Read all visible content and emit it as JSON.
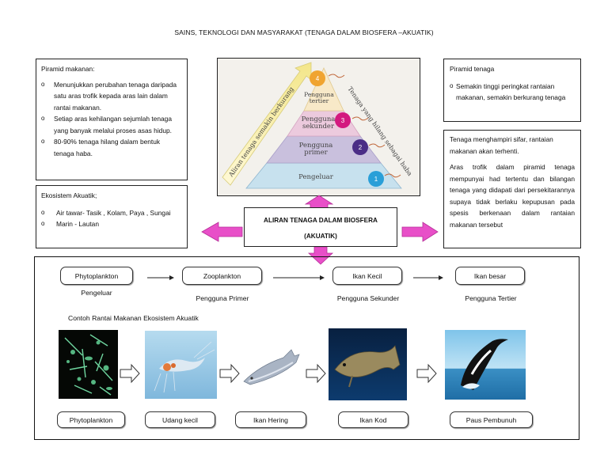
{
  "title": "SAINS, TEKNOLOGI DAN MASYARAKAT (TENAGA DALAM BIOSFERA –AKUATIK)",
  "food_pyramid_box": {
    "heading": "Piramid makanan:",
    "items": [
      "Menunjukkan perubahan tenaga daripada satu aras trofik kepada aras lain dalam rantai makanan.",
      "Setiap aras kehilangan sejumlah tenaga yang banyak melalui proses asas hidup.",
      "80-90% tenaga hilang dalam bentuk tenaga haba."
    ]
  },
  "ecosystem_box": {
    "heading": "Ekosistem Akuatik;",
    "items": [
      "Air tawar- Tasik , Kolam, Paya , Sungai",
      "Marin - Lautan"
    ]
  },
  "energy_pyramid_box": {
    "heading": "Piramid tenaga",
    "items": [
      "Semakin tinggi peringkat rantaian makanan, semakin berkurang tenaga"
    ]
  },
  "energy_note_box": {
    "para1": "Tenaga menghampiri sifar, rantaian makanan akan terhenti.",
    "para2": "Aras trofik dalam piramid tenaga mempunyai had tertentu dan bilangan tenaga yang didapati dari persekitarannya supaya tidak berlaku kepupusan pada spesis berkenaan dalam rantaian makanan tersebut"
  },
  "center_box": {
    "line1": "ALIRAN TENAGA DALAM BIOSFERA",
    "line2": "(AKUATIK)"
  },
  "pyramid": {
    "levels": [
      {
        "label1": "Pengeluar",
        "label2": "",
        "num": "1",
        "color": "#2a9fd8"
      },
      {
        "label1": "Pengguna",
        "label2": "primer",
        "num": "2",
        "color": "#4b2d86"
      },
      {
        "label1": "Pengguna",
        "label2": "sekunder",
        "num": "3",
        "color": "#d3197f"
      },
      {
        "label1": "Pengguna",
        "label2": "tertier",
        "num": "4",
        "color": "#f0a430"
      }
    ],
    "left_arrow_text": "Aliran tenaga semakin berkurang",
    "right_text": "Tenaga yang hilang sebagai haba"
  },
  "chain": {
    "nodes": [
      {
        "name": "Phytoplankton",
        "role": "Pengeluar"
      },
      {
        "name": "Zooplankton",
        "role": "Pengguna Primer"
      },
      {
        "name": "Ikan Kecil",
        "role": "Pengguna Sekunder"
      },
      {
        "name": "Ikan besar",
        "role": "Pengguna Tertier"
      }
    ],
    "example_title": "Contoh Rantai Makanan Ekosistem Akuatik",
    "examples": [
      "Phytoplankton",
      "Udang kecil",
      "Ikan Hering",
      "Ikan Kod",
      "Paus Pembunuh"
    ]
  },
  "colors": {
    "magenta_arrow": "#e84fc8",
    "box_border": "#222222"
  }
}
